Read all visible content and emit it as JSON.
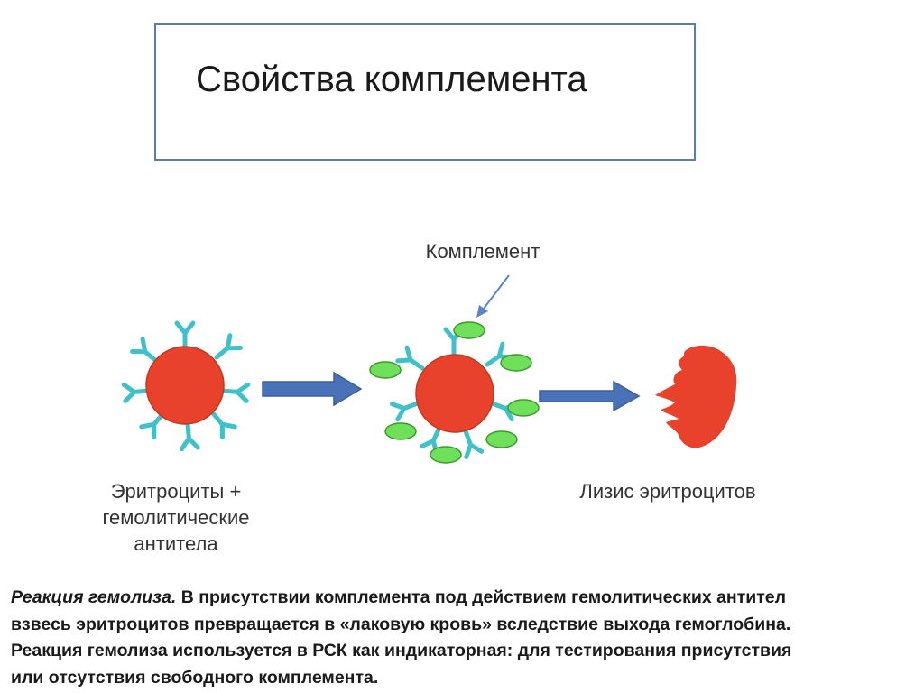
{
  "slide": {
    "title": "Свойства комплемента",
    "labels": {
      "complement": "Комплемент",
      "left_line1": "Эритроциты +",
      "left_line2": "гемолитические",
      "left_line3": "антитела",
      "right": "Лизис эритроцитов"
    },
    "caption": {
      "lead": "Реакция гемолиза.",
      "line1_rest": " В присутствии комплемента под действием гемолитических антител",
      "line2": "взвесь эритроцитов превращается в  «лаковую кровь» вследствие выхода гемоглобина.",
      "line3": "Реакция гемолиза используется  в РСК как  индикаторная: для тестирования присутствия",
      "line4": "или отсутствия свободного комплемента."
    }
  },
  "colors": {
    "cell": "#e8412c",
    "cell_stroke": "#c23a1f",
    "antibody": "#40c0c8",
    "complement_fill": "#6ee05a",
    "complement_stroke": "#3a9a2c",
    "arrow": "#4a72b8",
    "pointer": "#5a86c6",
    "frame": "#5b7ea8"
  },
  "icons": {
    "antibody": "y-shape-icon",
    "complement": "ellipse-icon",
    "cell": "circle-icon",
    "lysed_cell": "irregular-blob-icon"
  }
}
